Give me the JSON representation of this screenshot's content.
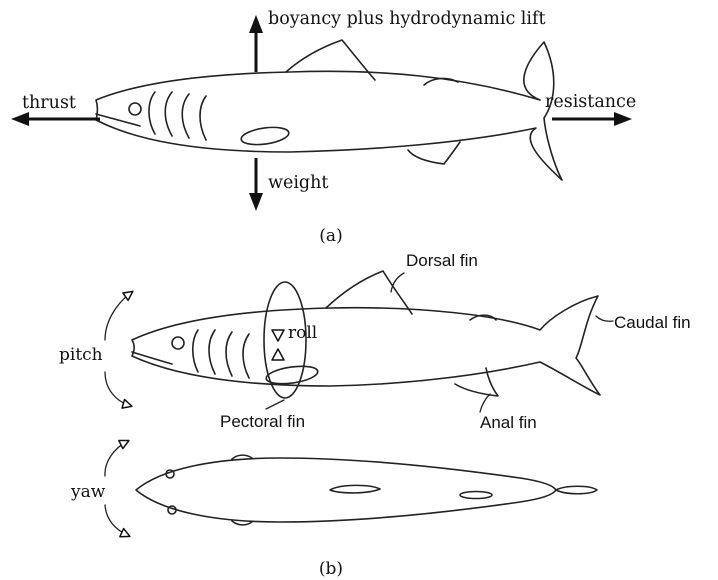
{
  "panel_a": {
    "label": "(a)",
    "forces": {
      "lift": "boyancy plus hydrodynamic lift",
      "thrust": "thrust",
      "weight": "weight",
      "resistance": "resistance"
    }
  },
  "panel_b": {
    "label": "(b)",
    "fins": {
      "dorsal": "Dorsal fin",
      "caudal": "Caudal fin",
      "pectoral": "Pectoral fin",
      "anal": "Anal fin"
    },
    "motions": {
      "pitch": "pitch",
      "roll": "roll",
      "yaw": "yaw"
    }
  }
}
